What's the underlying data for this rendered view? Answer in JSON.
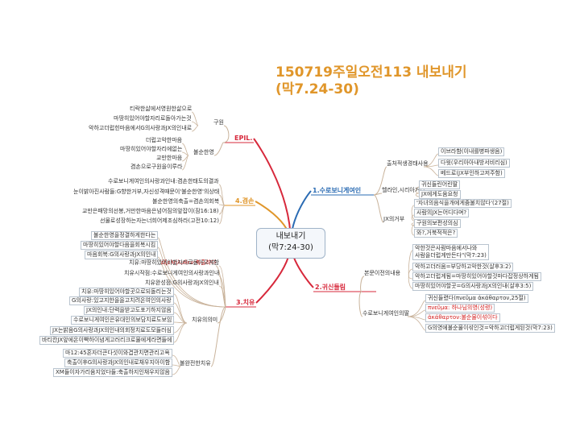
{
  "title": {
    "line1": "150719주일오전113 내보내기",
    "line2": "(막7.24-30)"
  },
  "center": {
    "line1": "내보내기",
    "line2": "(막7:24-30)"
  },
  "colors": {
    "title": "#e0962a",
    "epil": "#d7283b",
    "b4": "#e0962a",
    "b3": "#d7283b",
    "b1": "#2a6bb3",
    "b2": "#d7283b",
    "leaf_line": "#c9b39b"
  },
  "branches": {
    "epil": {
      "label": "EPIL.",
      "subs": [
        {
          "label": "구원",
          "leaves": [
            "티락한삶에서영원한삶으로",
            "마땅히있어야할자리로돌아가는것",
            "악하고더럽힌마음에서G의사랑과JX의인내로"
          ]
        },
        {
          "label": "불순한영",
          "leaves": [
            "더럽고악한마음",
            "마땅히있어야할자리에없는",
            "교만한마음",
            "겸손으로구원을이루라"
          ]
        }
      ]
    },
    "b4": {
      "label": "4.겸손",
      "leaves": [
        "수로보니게여인의사랑과인내:겸손한태도의결과",
        "눈이밝아진사람들:G향한거부,자신성격때문이'불순한영'의상태",
        "불순한영의축출=겸손의회복",
        "교만은패망의선봉,거만한마음은넘어짐의앞잡이(잠16:18)",
        "선물로성장하는자는너희어제조심하라(고전10:12)"
      ]
    },
    "b3": {
      "label": "3.치유",
      "subs": [
        {
          "label": "",
          "leaves": [
            "불순한영을정결하게한다는",
            "마땅히있어야할다음을회복시킴",
            "마음회복:G의사랑과JX의인내"
          ]
        },
        {
          "label": "ἐξελήλυθεν:축출하다",
          "leaves": []
        },
        {
          "label": "",
          "leaves": [
            "치유:마땅히있어야할자리로돌아오게함",
            "치유시작점:수로보니게여인의사랑과인내",
            "치유완성점:G의사랑과JX의인내"
          ]
        },
        {
          "label": "치유의의미",
          "leaves": [
            "치유:마땅히있어야할곳으로되돌리는것",
            "G의사랑:있고지한을을고치려온여인의사랑",
            "JX의인내:단력을받고도포기하지않음",
            "수로보니게여인은유대인의보담치료도보임",
            "JX는밝음G의사랑과JX의인내의회정치료도모들러심",
            "바티칸JX앞에온이빡하이념게고러리크로물에게라면들에"
          ]
        },
        {
          "label": "불완전한치유",
          "leaves": [
            "마12:45혼자더큰다섯이와겹관치면관리고욕",
            "축출이후G의사랑과JX의인내로채우지아이함",
            "XM들이자가리움지었다들:축출하지인채우지않음"
          ]
        }
      ]
    },
    "b1": {
      "label": "1.수로보니게여인",
      "subs": [
        {
          "label": "출처적생경태사용",
          "leaves": [
            "이브라함(이내를병파생음)",
            "다윗(우리아아내방서비리심)",
            "베드로(JX부인하고저주함)"
          ]
        },
        {
          "label": "헬라인,시리아거주",
          "leaves": [
            "귀신들린어린딸",
            "JX에게도움요청"
          ]
        },
        {
          "label": "JX의거부",
          "leaves": [
            "'자녀의음식을개에게줌불치않다'(27절)",
            "사람의JX는어디다며?",
            "구원의보편성의심",
            "와?,거북적적은?"
          ]
        }
      ]
    },
    "b2": {
      "label": "2.귀신들림",
      "subs": [
        {
          "label": "본문이전의내용",
          "leaves": [
            "악한것은사람마음에서나와\n사람을더럽게만든다\"(막7:23)",
            "악하고더러움=부당하고악한것(살후3:2)",
            "악하고더럽게됨=마땅히있어야할것마다잡정상하게됨",
            "마땅히있어야할곳=G의사랑과JX의인내(살후3:5)"
          ]
        },
        {
          "label": "수로보니게여인의딸",
          "leaves": [
            "귀신들렸다(πνεῦμα ἀκάθαρτον,25절)",
            "πνεῦμα: 하나님의영(성령)",
            "ἀκάθαρτον:불순물이섞이다",
            "G의영에불순물이섞인것=악하고더럽게된것(막7:23)"
          ]
        }
      ]
    }
  }
}
